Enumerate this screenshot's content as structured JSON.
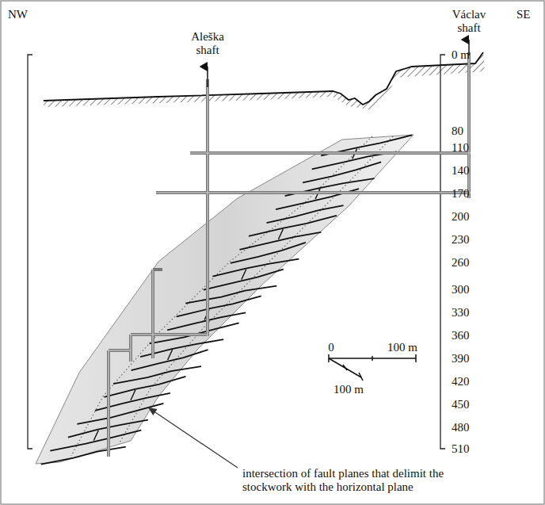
{
  "diagram": {
    "labels": [
      "NW",
      "SE",
      "Aleška shaft",
      "Václav shaft",
      "0 m",
      "80",
      "110",
      "140",
      "170",
      "200",
      "230",
      "260",
      "300",
      "330",
      "360",
      "390",
      "420",
      "450",
      "480",
      "510",
      "0",
      "100 m",
      "100 m",
      "intersection of fault planes that delimit the stockwork with the horizontal plane"
    ]
  }
}
